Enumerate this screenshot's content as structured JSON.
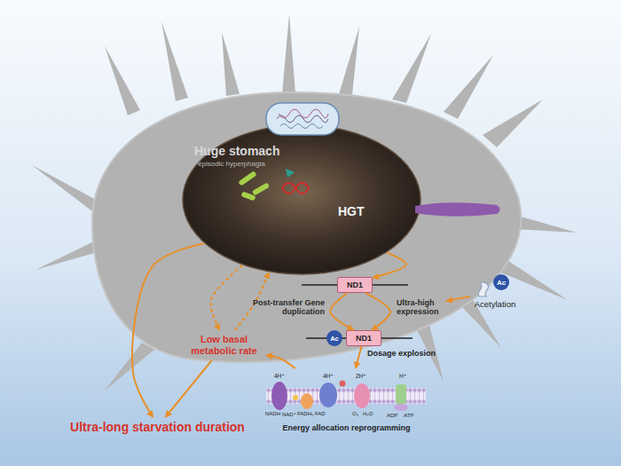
{
  "diagram": {
    "nodes": [
      {
        "text": [
          "Huge stomach",
          "episodic hyperphagia",
          "HGT"
        ]
      },
      {
        "text": [
          "ND1"
        ]
      },
      {
        "text": [
          "Ac",
          "Acetylation"
        ]
      },
      {
        "text": [
          "Ac"
        ]
      },
      {
        "text": [
          "ND1"
        ]
      },
      {
        "text": [
          "Energy allocation reprogramming"
        ]
      },
      {
        "text": [
          "Low basal metabolic rate"
        ]
      },
      {
        "text": [
          "Ultra-long starvation duration"
        ]
      }
    ],
    "edges": [
      {
        "from": 0,
        "to": 1,
        "arrow": "to"
      },
      {
        "from": 1,
        "to": 4,
        "label": "Post-transfer Gene duplication",
        "arrow": "to"
      },
      {
        "from": 1,
        "to": 4,
        "label": "Ultra-high expression",
        "arrow": "to"
      },
      {
        "from": 4,
        "to": 5,
        "arrow": "to"
      },
      {
        "from": 5,
        "to": 6,
        "arrow": "to"
      },
      {
        "from": 6,
        "to": 0,
        "arrow": "to"
      },
      {
        "from": 0,
        "to": 6,
        "arrow": "to"
      },
      {
        "from": 0,
        "to": 7,
        "arrow": "to"
      },
      {
        "from": 6,
        "to": 7,
        "arrow": "to"
      }
    ],
    "labels": [
      "Dosage explosion",
      "4H⁺",
      "4H⁺",
      "2H⁺",
      "H⁺",
      "NADH",
      "NAD⁺",
      "FADH₂",
      "FAD",
      "O₂",
      "H₂O",
      "ADP",
      "ATP"
    ]
  }
}
